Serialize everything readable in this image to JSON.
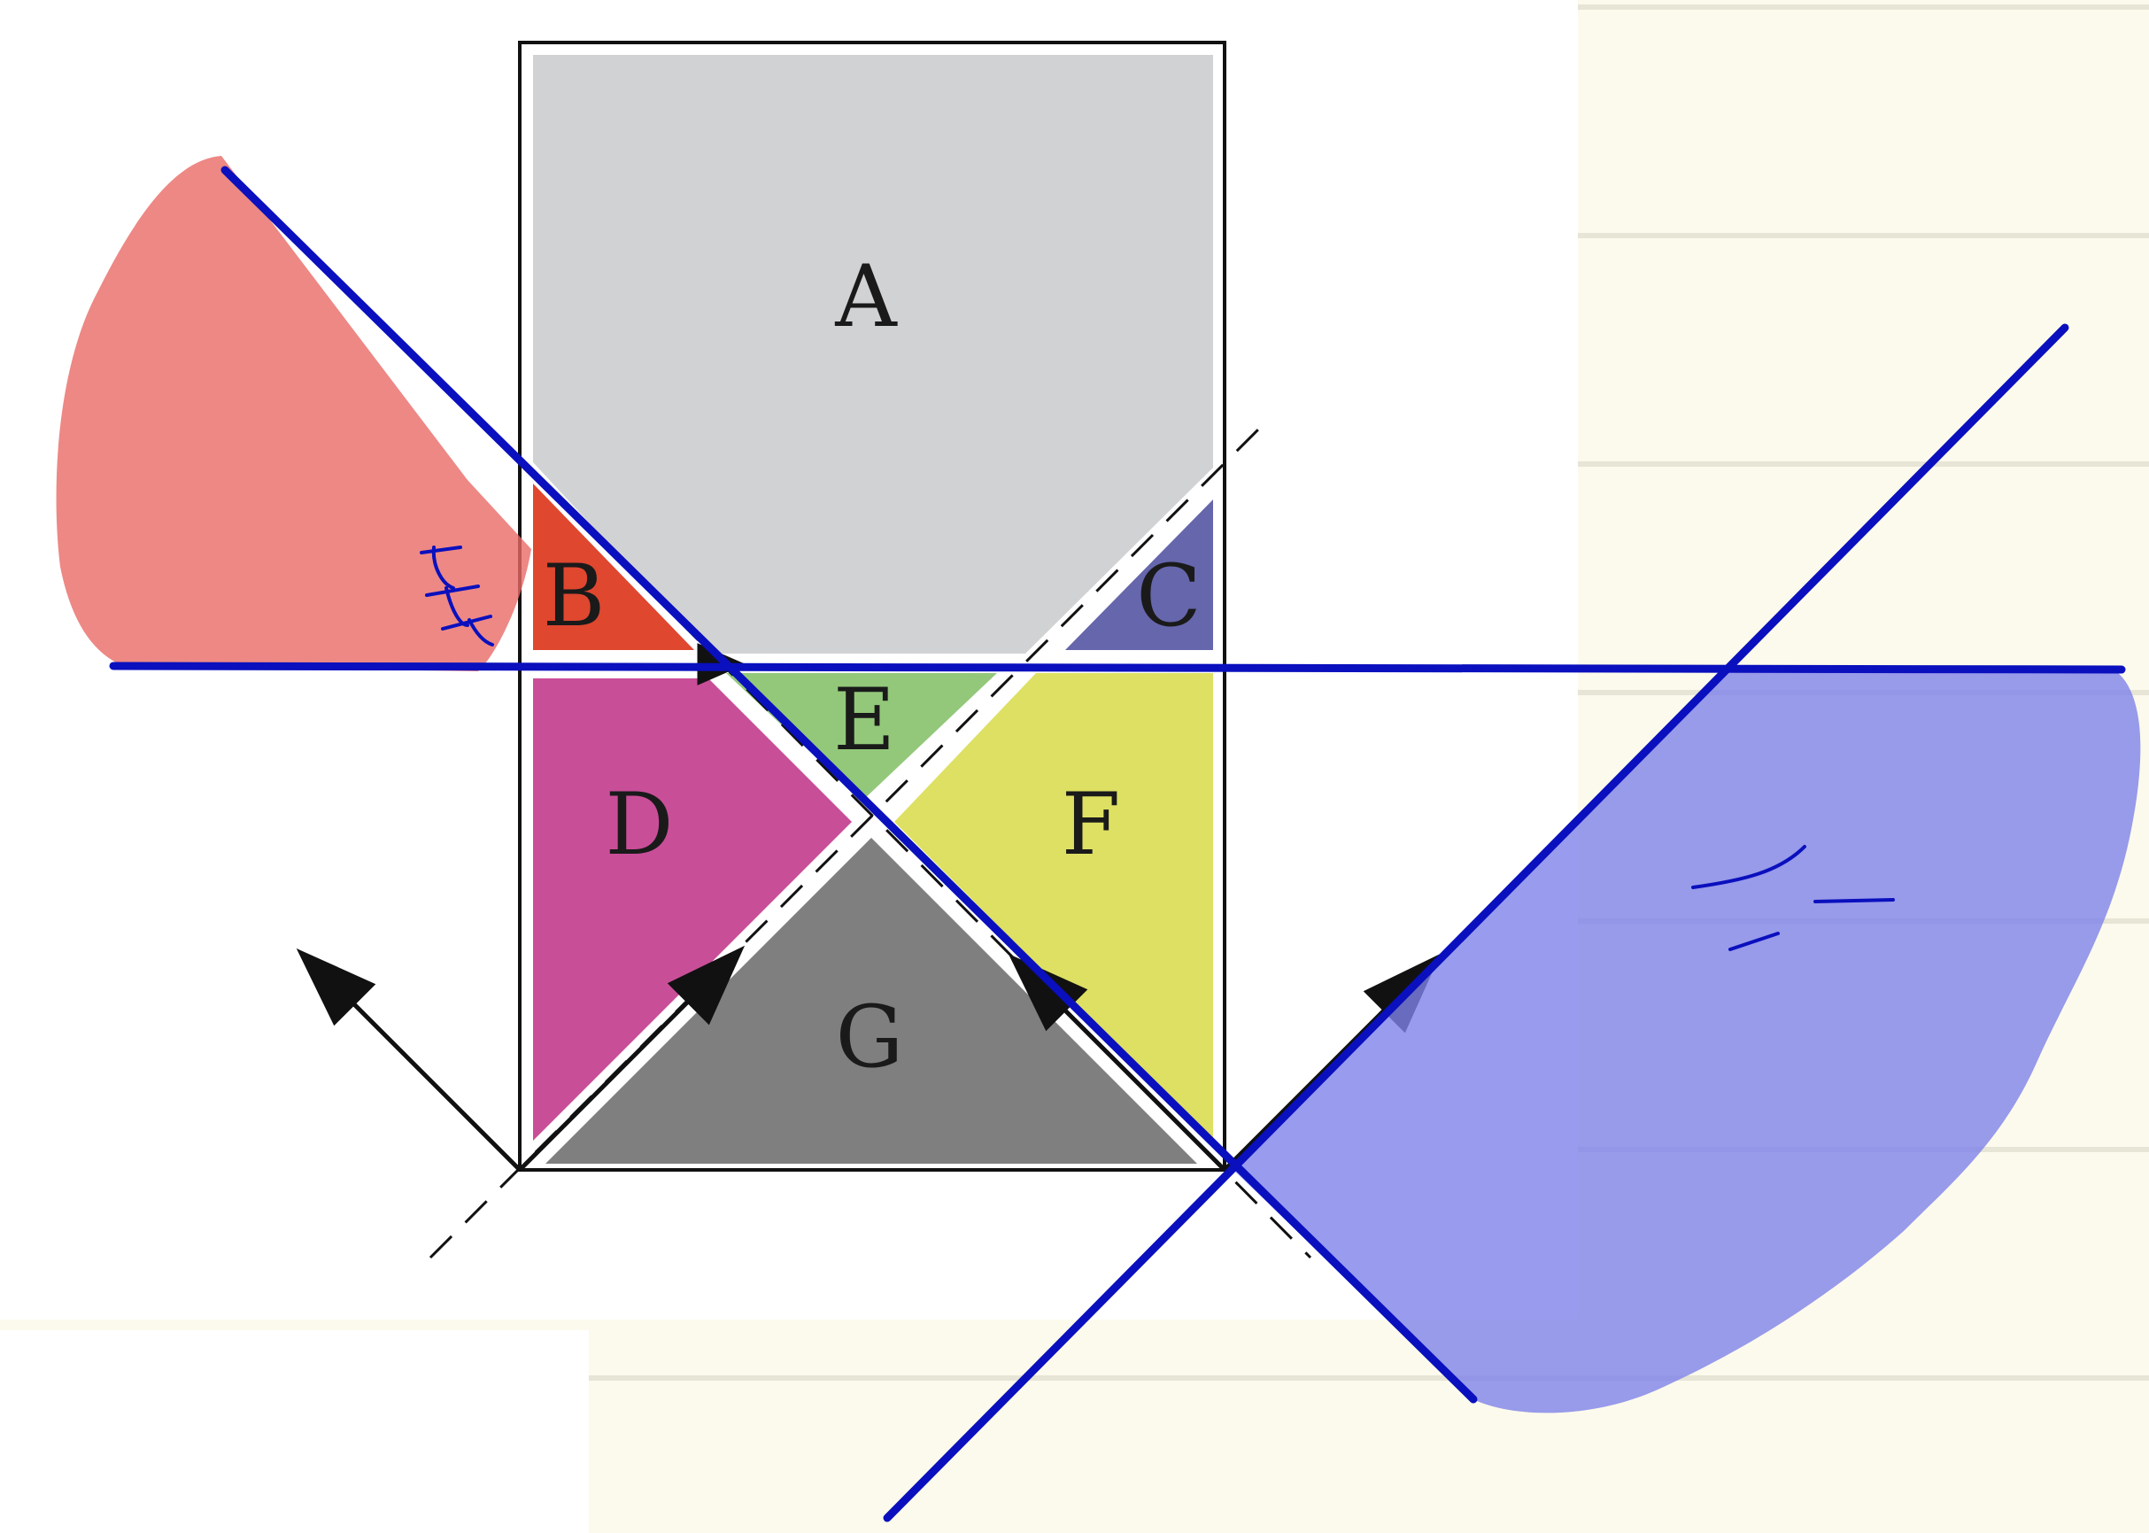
{
  "regions": [
    {
      "id": "A",
      "label": "A",
      "color": "#d1d2d4"
    },
    {
      "id": "B",
      "label": "B",
      "color": "#df472f"
    },
    {
      "id": "C",
      "label": "C",
      "color": "#6566ab"
    },
    {
      "id": "D",
      "label": "D",
      "color": "#c94e98"
    },
    {
      "id": "E",
      "label": "E",
      "color": "#93c87a"
    },
    {
      "id": "F",
      "label": "F",
      "color": "#dde062"
    },
    {
      "id": "G",
      "label": "G",
      "color": "#7f7f80"
    }
  ],
  "annotations": {
    "handwritten_left": "+++",
    "handwritten_right": "—"
  },
  "colors": {
    "notebook_paper": "#fcfaec",
    "notebook_lines": "#e6e5d6",
    "ink_blue": "#0a10bd",
    "shade_red": "#e86a66",
    "shade_blue": "#7e82ea",
    "outline": "#111111"
  }
}
